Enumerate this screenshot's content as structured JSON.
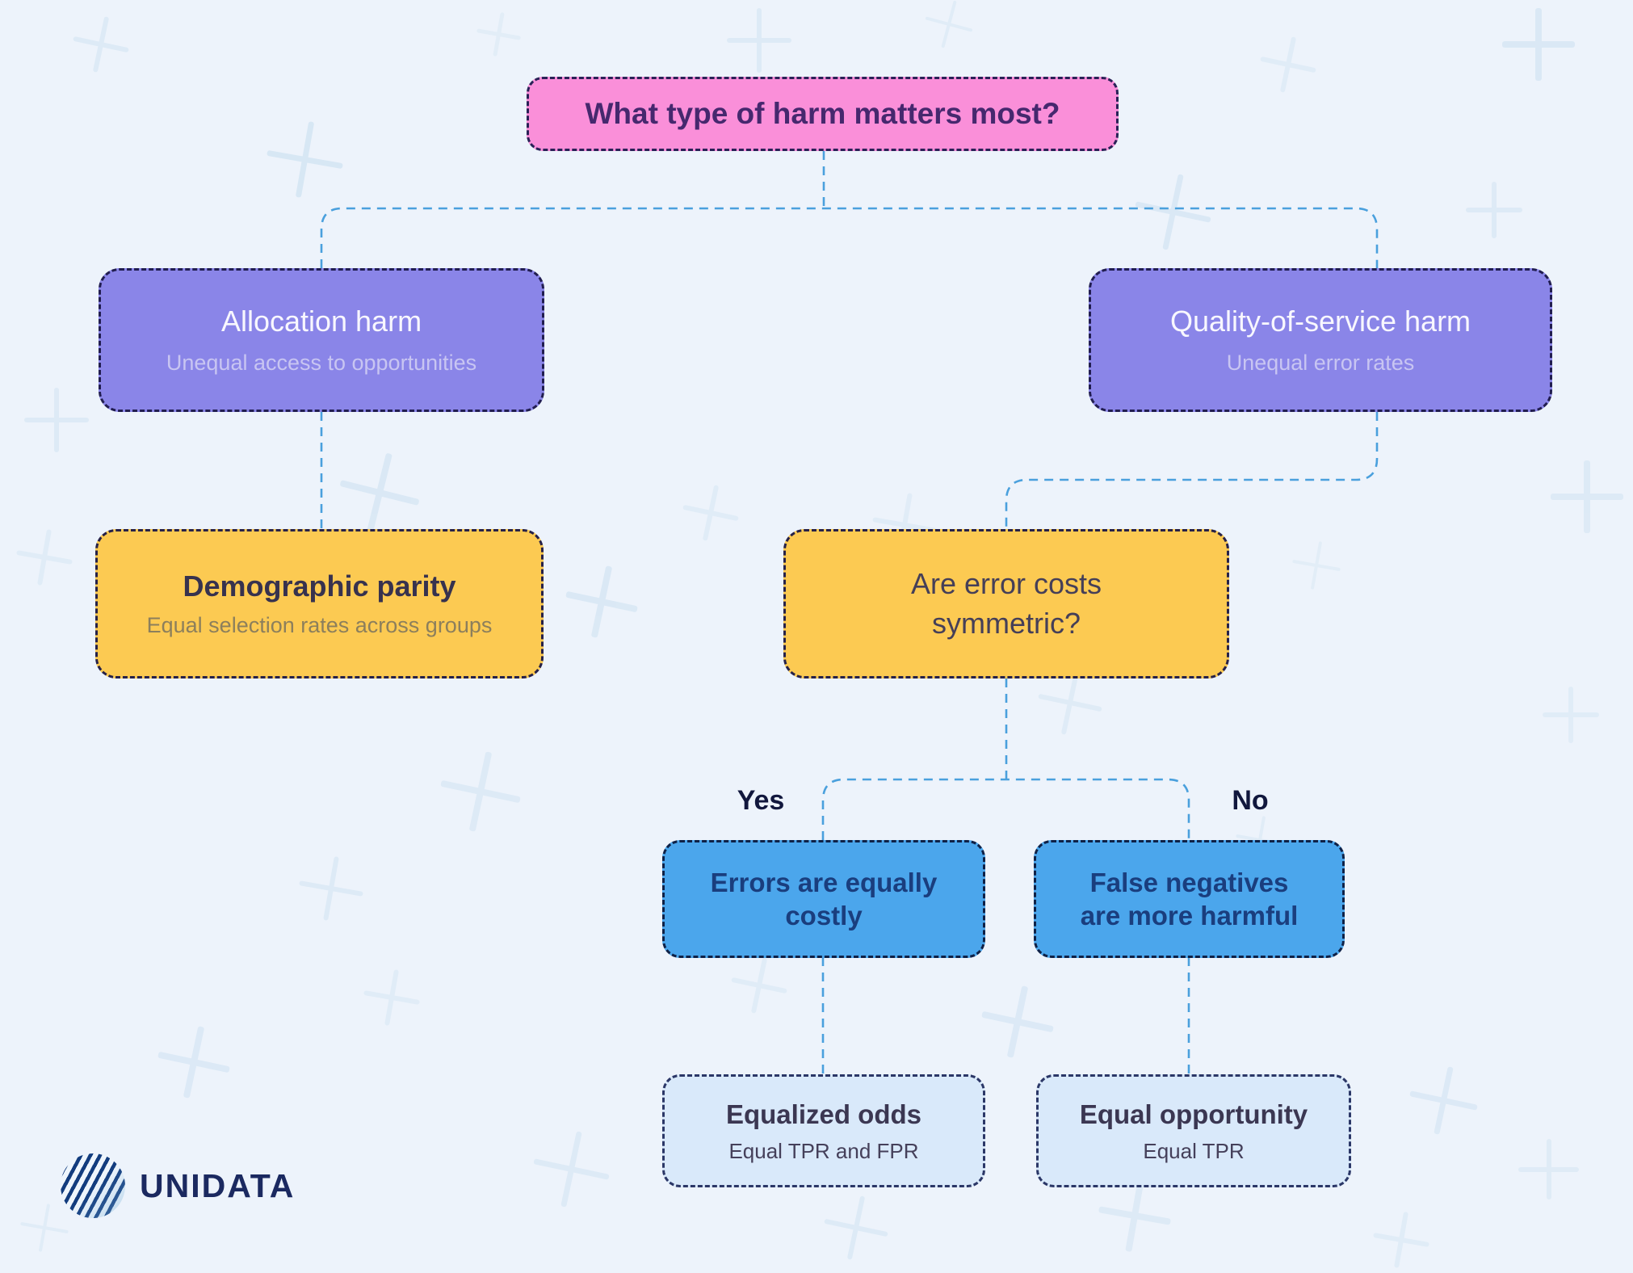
{
  "diagram": {
    "root_question": "What type of harm matters most?",
    "allocation": {
      "title": "Allocation harm",
      "subtitle": "Unequal access to opportunities"
    },
    "quality_of_service": {
      "title": "Quality-of-service harm",
      "subtitle": "Unequal error rates"
    },
    "demographic_parity": {
      "title": "Demographic parity",
      "subtitle": "Equal selection rates across groups"
    },
    "error_costs_question": "Are error costs symmetric?",
    "yes_branch": {
      "label": "Yes",
      "condition": "Errors are equally costly",
      "result": {
        "title": "Equalized odds",
        "subtitle": "Equal TPR and FPR"
      }
    },
    "no_branch": {
      "label": "No",
      "condition": "False negatives are more harmful",
      "result": {
        "title": "Equal opportunity",
        "subtitle": "Equal TPR"
      }
    }
  },
  "branding": {
    "logo_text": "UNIDATA"
  },
  "colors": {
    "background": "#edf3fb",
    "root_fill": "#fa8fd9",
    "branch_fill": "#8a85e8",
    "question_fill": "#fcca52",
    "condition_fill": "#4ba6ec",
    "result_fill": "#d9e9fa",
    "connector": "#4aa0dd",
    "border": "#211d50"
  }
}
